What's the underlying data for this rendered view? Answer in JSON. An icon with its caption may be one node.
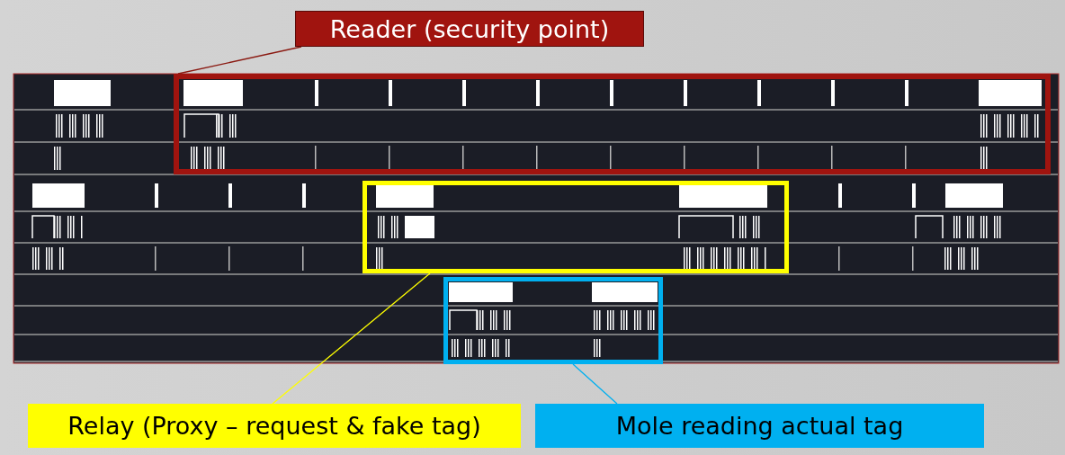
{
  "diagram": {
    "nodes": [
      {
        "text": [
          "Reader (security point)"
        ]
      },
      {
        "text": [],
        "shape": "box"
      },
      {
        "text": [],
        "shape": "box"
      },
      {
        "text": [],
        "shape": "box"
      },
      {
        "text": [
          "Relay (Proxy – request & fake tag)"
        ]
      },
      {
        "text": [
          "Mole reading actual tag"
        ]
      }
    ],
    "edges": [
      {
        "from": 0,
        "to": 1,
        "arrow": "none",
        "color": "#8b1a12"
      },
      {
        "from": 4,
        "to": 2,
        "arrow": "none",
        "color": "#ffff00"
      },
      {
        "from": 5,
        "to": 3,
        "arrow": "none",
        "color": "#00b0f0"
      }
    ]
  }
}
